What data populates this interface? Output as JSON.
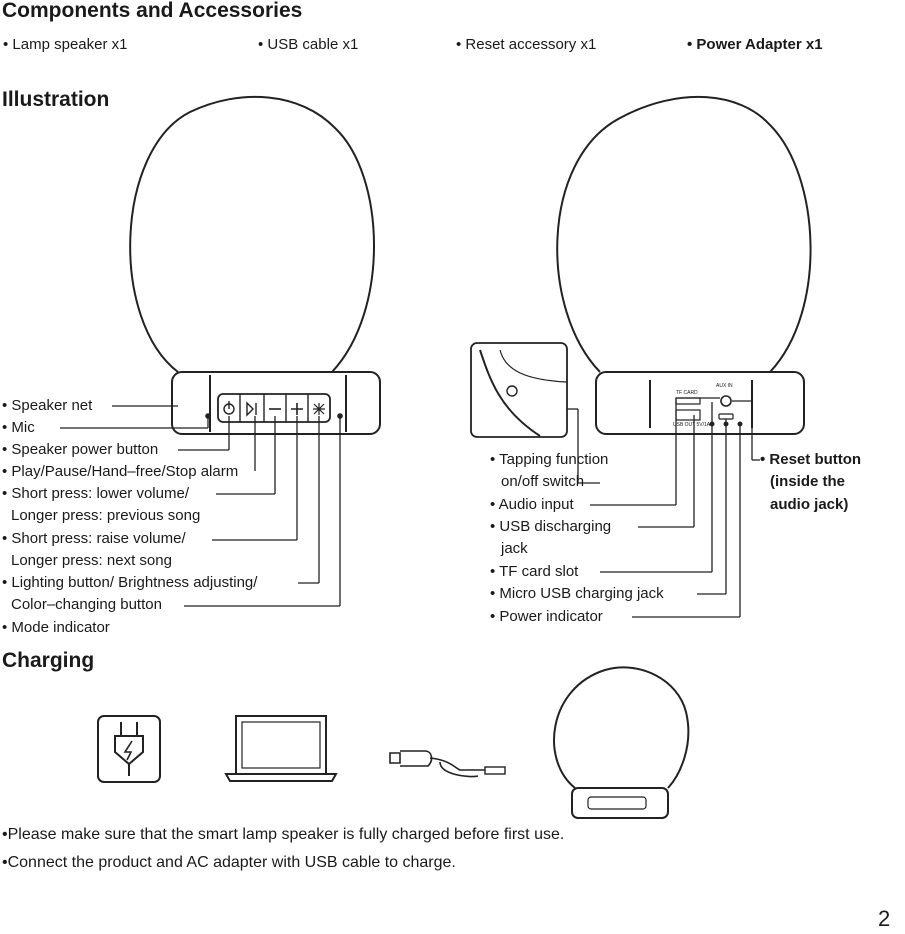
{
  "components": {
    "heading": "Components and Accessories",
    "items": [
      "• Lamp speaker x1",
      "• USB cable x1",
      "• Reset accessory x1",
      "• Power Adapter x1"
    ]
  },
  "illustration": {
    "heading": "Illustration",
    "left_labels": [
      "• Speaker net",
      "• Mic",
      "• Speaker power button",
      "• Play/Pause/Hand–free/Stop alarm",
      "• Short press: lower volume/",
      "Longer press: previous song",
      "• Short press: raise volume/",
      "Longer press: next song",
      "• Lighting button/ Brightness adjusting/",
      "Color–changing button",
      "• Mode indicator"
    ],
    "right_labels": [
      "• Tapping function",
      "on/off switch",
      "• Audio input",
      "• USB discharging",
      "jack",
      "• TF card slot",
      "• Micro USB charging jack",
      "• Power indicator"
    ],
    "reset_label": [
      "• Reset button",
      "(inside the",
      "audio jack)"
    ],
    "back_panel": {
      "tf": "TF CARD",
      "audio": "AUX IN",
      "usbout": "USB OUT 5V/1A"
    }
  },
  "charging": {
    "heading": "Charging",
    "notes": [
      "•Please make sure that the smart lamp speaker is fully charged before first use.",
      "•Connect the product and AC adapter with USB cable to charge."
    ]
  },
  "page_number": "2"
}
